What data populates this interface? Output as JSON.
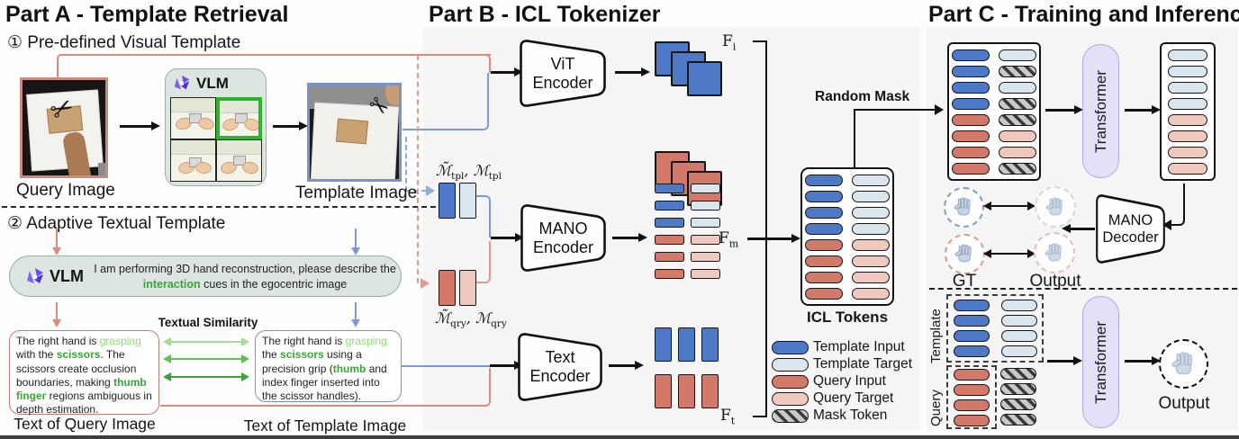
{
  "colors": {
    "template_input": "#4d79c6",
    "template_target": "#d9e6ee",
    "query_input": "#d2796a",
    "query_target": "#f0c9be",
    "mask_stripes": "#3a3a3a",
    "transformer_fill": "#e5e0f7",
    "green_bold": "#3aa436",
    "green_light": "#8ade72",
    "connector_red": "#d98c7e",
    "connector_blue": "#7b9bd2",
    "panel_bg": "#f5f5f6"
  },
  "icons": {
    "scissors_icon": "✂"
  },
  "part_a": {
    "title": "Part A - Template Retrieval",
    "step1": "① Pre-defined Visual Template",
    "step2": "② Adaptive Textual Template",
    "query_image_label": "Query Image",
    "template_image_label": "Template Image",
    "vlm_label": "VLM",
    "vlm2_label": "VLM",
    "prompt": [
      {
        "t": "I am performing 3D hand reconstruction, please describe the "
      },
      {
        "t": "interaction",
        "c": "hl-bold"
      },
      {
        "t": " cues in the egocentric image"
      }
    ],
    "textual_similarity": "Textual Similarity",
    "query_text": [
      {
        "t": "The right hand is "
      },
      {
        "t": "grasping",
        "c": "hl-light"
      },
      {
        "t": " with the "
      },
      {
        "t": "scissors",
        "c": "hl-bold"
      },
      {
        "t": ". The scissors create occlusion boundaries, making "
      },
      {
        "t": "thumb finger",
        "c": "hl-bold"
      },
      {
        "t": " regions ambiguous in depth estimation."
      }
    ],
    "template_text": [
      {
        "t": "The right hand is "
      },
      {
        "t": "grasping",
        "c": "hl-light"
      },
      {
        "t": " the "
      },
      {
        "t": "scissors",
        "c": "hl-bold"
      },
      {
        "t": " using a precision grip ("
      },
      {
        "t": "thumb",
        "c": "hl-bold"
      },
      {
        "t": " and index finger inserted into the scissor handles)."
      }
    ],
    "text_query_label": "Text of Query Image",
    "text_template_label": "Text of Template Image"
  },
  "part_b": {
    "title": "Part B - ICL Tokenizer",
    "vit_encoder": {
      "line1": "ViT",
      "line2": "Encoder"
    },
    "mano_encoder": {
      "line1": "MANO",
      "line2": "Encoder"
    },
    "text_encoder": {
      "line1": "Text",
      "line2": "Encoder"
    },
    "f_i": {
      "base": "F",
      "sub": "i"
    },
    "f_m": {
      "base": "F",
      "sub": "m"
    },
    "f_t": {
      "base": "F",
      "sub": "t"
    },
    "mano_tpl_label": {
      "a": "ℳ̃",
      "a_sub": "tpl",
      "sep": ", ",
      "b": "ℳ",
      "b_sub": "tpl"
    },
    "mano_qry_label": {
      "a": "ℳ̃",
      "a_sub": "qry",
      "sep": ", ",
      "b": "ℳ",
      "b_sub": "qry"
    },
    "random_mask_label": "Random Mask",
    "icl_tokens_label": "ICL Tokens",
    "legend": [
      {
        "type": "tpl-in",
        "label": "Template Input"
      },
      {
        "type": "tpl-tgt",
        "label": "Template Target"
      },
      {
        "type": "qry-in",
        "label": "Query Input"
      },
      {
        "type": "qry-tgt",
        "label": "Query Target"
      },
      {
        "type": "mask",
        "label": "Mask Token"
      }
    ]
  },
  "part_c": {
    "title": "Part C - Training and Inference",
    "transformer_label": "Transformer",
    "transformer2_label": "Transformer",
    "mano_decoder": {
      "line1": "MANO",
      "line2": "Decoder"
    },
    "gt_label": "GT",
    "output_label": "Output",
    "template_group_label": "Template",
    "query_group_label": "Query",
    "output2_label": "Output"
  },
  "tokens": {
    "image_feat_tpl": [
      "tpl-in",
      "tpl-in",
      "tpl-in"
    ],
    "image_feat_qry": [
      "qry-in",
      "qry-in",
      "qry-in"
    ],
    "mano_pair_tpl": [
      "tpl-in",
      "tpl-tgt"
    ],
    "mano_pair_qry": [
      "qry-in",
      "qry-tgt"
    ],
    "mano_feat": [
      "tpl-in",
      "tpl-tgt",
      "tpl-in",
      "tpl-tgt",
      "tpl-in",
      "tpl-tgt",
      "qry-in",
      "qry-tgt",
      "qry-in",
      "qry-tgt",
      "qry-in",
      "qry-tgt"
    ],
    "text_feat_tpl": [
      "tpl-in",
      "tpl-in",
      "tpl-in"
    ],
    "text_feat_qry": [
      "qry-in",
      "qry-in",
      "qry-in"
    ],
    "icl": [
      "tpl-in",
      "tpl-tgt",
      "tpl-in",
      "tpl-tgt",
      "tpl-in",
      "tpl-tgt",
      "tpl-in",
      "tpl-tgt",
      "qry-in",
      "qry-tgt",
      "qry-in",
      "qry-tgt",
      "qry-in",
      "qry-tgt",
      "qry-in",
      "qry-tgt"
    ],
    "train_in": [
      "tpl-in",
      "tpl-tgt",
      "tpl-in",
      "mask",
      "tpl-in",
      "tpl-tgt",
      "tpl-in",
      "mask",
      "qry-in",
      "mask",
      "qry-in",
      "qry-tgt",
      "qry-in",
      "qry-tgt",
      "qry-in",
      "mask"
    ],
    "train_out": [
      "tpl-tgt",
      "tpl-tgt",
      "tpl-tgt",
      "tpl-tgt",
      "qry-tgt",
      "qry-tgt",
      "qry-tgt",
      "qry-tgt"
    ],
    "infer_template": [
      "tpl-in",
      "tpl-tgt",
      "tpl-in",
      "tpl-tgt",
      "tpl-in",
      "tpl-tgt",
      "tpl-in",
      "tpl-tgt"
    ],
    "infer_query": [
      "qry-in",
      "qry-in",
      "qry-in",
      "qry-in"
    ],
    "infer_mask": [
      "mask",
      "mask",
      "mask",
      "mask"
    ]
  }
}
